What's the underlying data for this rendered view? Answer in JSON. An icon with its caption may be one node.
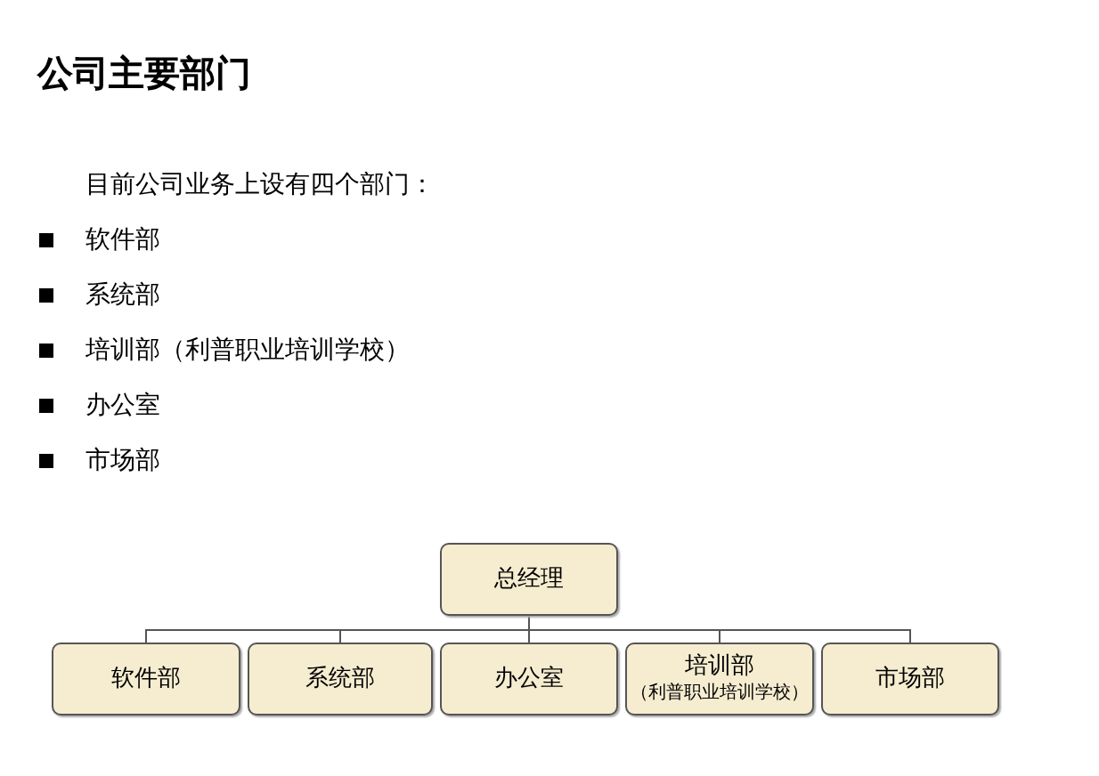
{
  "diagram": {
    "title": "公司主要部门",
    "nodes": [
      {
        "text": [
          "总经理"
        ]
      },
      {
        "text": [
          "软件部"
        ]
      },
      {
        "text": [
          "系统部"
        ]
      },
      {
        "text": [
          "办公室"
        ]
      },
      {
        "text": [
          "培训部",
          "（利普职业培训学校）"
        ]
      },
      {
        "text": [
          "市场部"
        ]
      }
    ],
    "edges": [
      {
        "from": 0,
        "to": 1,
        "arrow": "none"
      },
      {
        "from": 0,
        "to": 2,
        "arrow": "none"
      },
      {
        "from": 0,
        "to": 3,
        "arrow": "none"
      },
      {
        "from": 0,
        "to": 4,
        "arrow": "none"
      },
      {
        "from": 0,
        "to": 5,
        "arrow": "none"
      }
    ],
    "labels": [
      "目前公司业务上设有四个部门：",
      "软件部",
      "系统部",
      "培训部（利普职业培训学校）",
      "办公室",
      "市场部"
    ]
  }
}
